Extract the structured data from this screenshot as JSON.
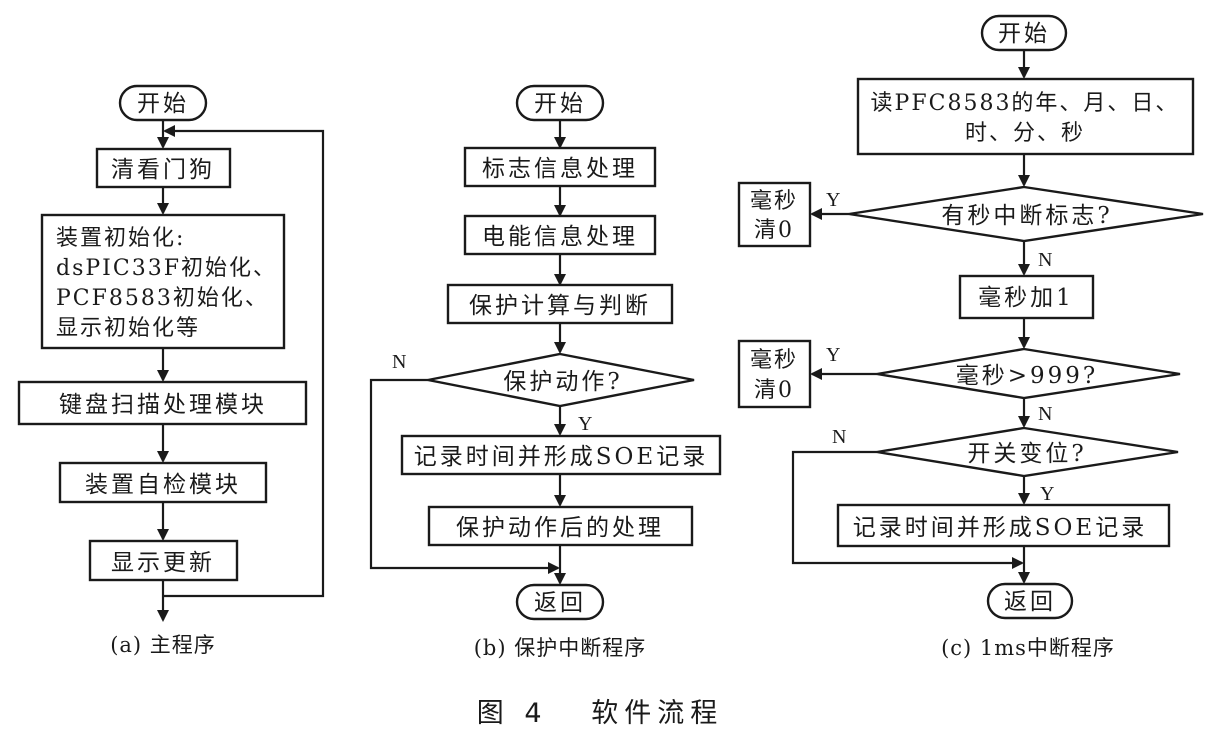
{
  "figure": {
    "title": "图 4   软件流程",
    "accent_color": "#1a1a1a",
    "background_color": "#ffffff"
  },
  "main_program": {
    "caption": "(a) 主程序",
    "start": "开始",
    "steps": [
      "清看门狗",
      "装置初始化:",
      "dsPIC33F初始化、",
      "PCF8583初始化、",
      "显示初始化等",
      "键盘扫描处理模块",
      "装置自检模块",
      "显示更新"
    ]
  },
  "protection_interrupt": {
    "caption": "(b) 保护中断程序",
    "start": "开始",
    "steps": [
      "标志信息处理",
      "电能信息处理",
      "保护计算与判断"
    ],
    "decision": "保护动作?",
    "yes_label": "Y",
    "no_label": "N",
    "yes_steps": [
      "记录时间并形成SOE记录",
      "保护动作后的处理"
    ],
    "end": "返回"
  },
  "ms_interrupt": {
    "caption": "(c) 1ms中断程序",
    "start": "开始",
    "read_step_line1": "读PFC8583的年、月、日、",
    "read_step_line2": "时、分、秒",
    "decision1": "有秒中断标志?",
    "decision1_yes": "Y",
    "decision1_no": "N",
    "clear1_line1": "毫秒",
    "clear1_line2": "清0",
    "increment_step": "毫秒加1",
    "decision2": "毫秒>999?",
    "decision2_yes": "Y",
    "decision2_no": "N",
    "clear2_line1": "毫秒",
    "clear2_line2": "清0",
    "decision3": "开关变位?",
    "decision3_yes": "Y",
    "decision3_no": "N",
    "record_step": "记录时间并形成SOE记录",
    "end": "返回"
  }
}
